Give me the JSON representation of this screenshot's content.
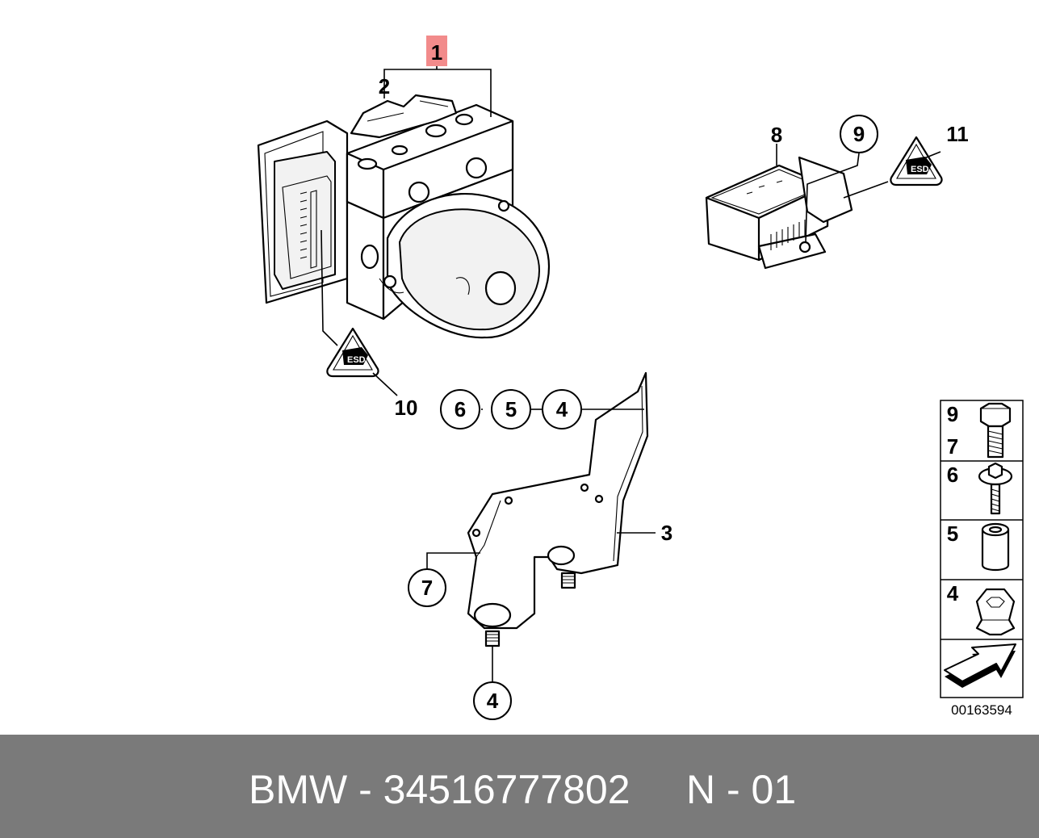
{
  "callouts": {
    "c1": "1",
    "c2": "2",
    "c3": "3",
    "c4a": "4",
    "c4b": "4",
    "c5": "5",
    "c6": "6",
    "c7": "7",
    "c8": "8",
    "c9": "9",
    "c10": "10",
    "c11": "11"
  },
  "legend": {
    "rows": [
      {
        "labels": [
          "9",
          "7"
        ],
        "icon": "hex-bolt-icon"
      },
      {
        "labels": [
          "6"
        ],
        "icon": "flange-screw-icon"
      },
      {
        "labels": [
          "5"
        ],
        "icon": "spacer-sleeve-icon"
      },
      {
        "labels": [
          "4"
        ],
        "icon": "grommet-icon"
      },
      {
        "labels": [],
        "icon": "arrow-icon"
      }
    ],
    "ref_number": "00163594"
  },
  "warning_symbol": "ESD-triangle-icon",
  "footer": {
    "label": "BMW - 34516777802     N - 01"
  },
  "colors": {
    "highlight": "#f28b8b",
    "footer_bg": "#7a7a7a",
    "footer_text": "#ffffff"
  }
}
